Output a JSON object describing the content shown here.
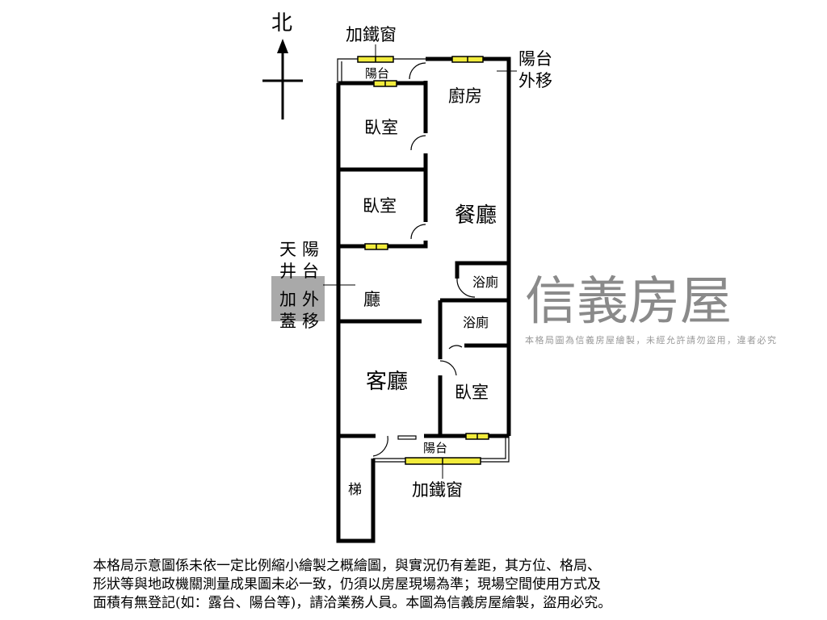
{
  "compass": {
    "label": "北"
  },
  "labels": {
    "iron_window_top": "加鐵窗",
    "balcony_top": "陽台",
    "balcony_moved_1": "陽台",
    "balcony_moved_2": "外移",
    "kitchen": "廚房",
    "bedroom_1": "臥室",
    "bedroom_2": "臥室",
    "dining": "餐廳",
    "patio_col1_1": "天",
    "patio_col1_2": "井",
    "patio_col1_3": "加",
    "patio_col1_4": "蓋",
    "patio_col2_1": "陽",
    "patio_col2_2": "台",
    "patio_col2_3": "外",
    "patio_col2_4": "移",
    "hall": "廳",
    "bathroom_1": "浴廁",
    "bathroom_2": "浴廁",
    "living_room": "客廳",
    "bedroom_3": "臥室",
    "balcony_bottom": "陽台",
    "stairs": "梯",
    "iron_window_bottom": "加鐵窗"
  },
  "watermark": {
    "brand": "信義房屋",
    "notice": "本格局圖為信義房屋繪製，未經允許請勿盜用，違者必究"
  },
  "footer": {
    "lines": [
      "本格局示意圖係未依一定比例縮小繪製之概繪圖，與實況仍有差距，其方位、格局、",
      "形狀等與地政機關測量成果圖未必一致，仍須以房屋現場為準；現場空間使用方式及",
      "面積有無登記(如：露台、陽台等)，請洽業務人員。本圖為信義房屋繪製，盜用必究。"
    ]
  },
  "colors": {
    "wall": "#000000",
    "window": "#f2ec3c",
    "watermark": "#8a8a8a"
  }
}
